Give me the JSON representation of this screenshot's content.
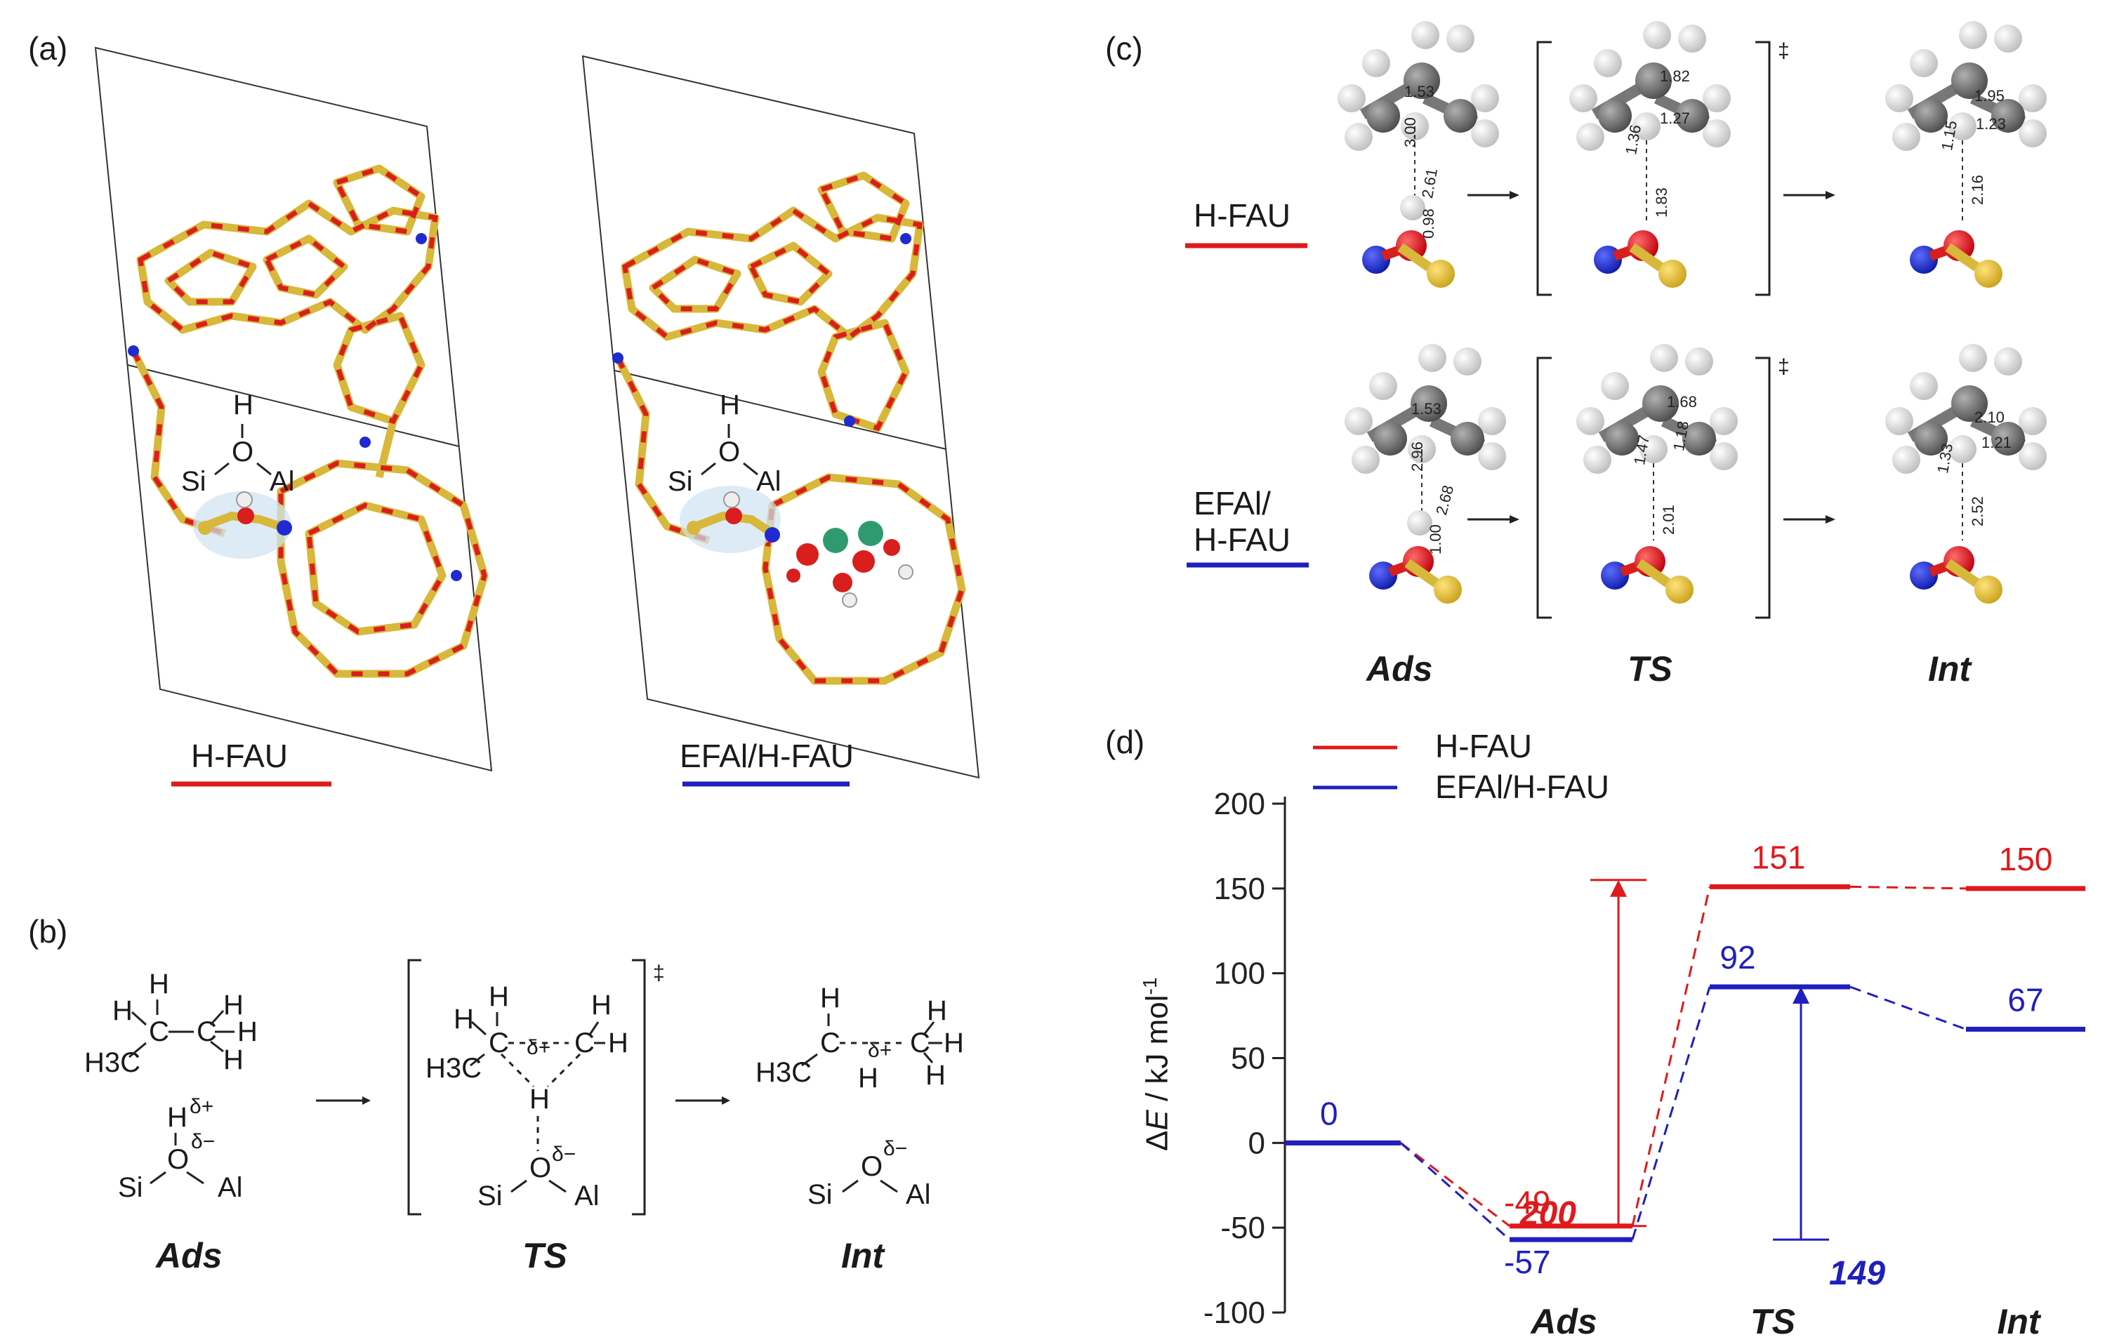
{
  "panels": {
    "a": {
      "label": "(a)",
      "left_caption": "H-FAU",
      "right_caption": "EFAl/H-FAU",
      "site": {
        "H": "H",
        "O": "O",
        "Si": "Si",
        "Al": "Al"
      }
    },
    "b": {
      "label": "(b)",
      "steps": [
        "Ads",
        "TS",
        "Int"
      ],
      "dagger": "‡",
      "ads": {
        "h1": "H",
        "h2": "H",
        "h3": "H",
        "h4": "H",
        "h5": "H",
        "c1": "C",
        "c2": "C",
        "h3c": "H3C",
        "hplus": "H",
        "delta_plus": "δ+",
        "delta_minus": "δ−",
        "o": "O",
        "si": "Si",
        "al": "Al"
      },
      "ts": {
        "h1": "H",
        "h2": "H",
        "h3": "H",
        "h4": "H",
        "c1": "C",
        "c2": "C",
        "h3c": "H3C",
        "delta_plus": "δ+",
        "hmid": "H",
        "o": "O",
        "delta_minus": "δ−",
        "si": "Si",
        "al": "Al"
      },
      "int": {
        "h1": "H",
        "h2": "H",
        "h3": "H",
        "h4": "H",
        "c1": "C",
        "c2": "C",
        "h3c": "H3C",
        "delta_plus": "δ+",
        "hmid": "H",
        "o": "O",
        "delta_minus": "δ−",
        "si": "Si",
        "al": "Al"
      }
    },
    "c": {
      "label": "(c)",
      "row1_label": "H-FAU",
      "row2_label_1": "EFAl/",
      "row2_label_2": "H-FAU",
      "dagger": "‡",
      "steps": [
        "Ads",
        "TS",
        "Int"
      ],
      "bonds": {
        "r1_ads": [
          "1.53",
          "3.00",
          "2.61",
          "0.98"
        ],
        "r1_ts": [
          "1.82",
          "1.36",
          "1.27",
          "1.83"
        ],
        "r1_int": [
          "1.95",
          "1.15",
          "1.23",
          "2.16"
        ],
        "r2_ads": [
          "1.53",
          "2.96",
          "2.68",
          "1.00"
        ],
        "r2_ts": [
          "1.68",
          "1.47",
          "1.18",
          "2.01"
        ],
        "r2_int": [
          "2.10",
          "1.33",
          "1.21",
          "2.52"
        ]
      }
    },
    "d": {
      "label": "(d)",
      "legend": [
        "H-FAU",
        "EFAl/H-FAU"
      ],
      "ylabel_delta": "Δ",
      "ylabel_E": "E",
      "ylabel_rest": " / kJ mol",
      "ylabel_sup": "-1",
      "barrier_red": "200",
      "barrier_blue": "149"
    }
  },
  "chart_data": {
    "type": "line",
    "title": "",
    "xlabel": "",
    "ylabel": "ΔE / kJ mol-1",
    "ylim": [
      -100,
      200
    ],
    "yticks": [
      -100,
      -50,
      0,
      50,
      100,
      150,
      200
    ],
    "categories": [
      "",
      "Ads",
      "TS",
      "Int"
    ],
    "series": [
      {
        "name": "H-FAU",
        "color": "#e0191b",
        "values": [
          0,
          -49,
          151,
          150
        ],
        "value_labels": [
          "",
          "-49",
          "151",
          "150"
        ]
      },
      {
        "name": "EFAl/H-FAU",
        "color": "#1f1fbf",
        "values": [
          0,
          -57,
          92,
          67
        ],
        "value_labels": [
          "0",
          "-57",
          "92",
          "67"
        ]
      }
    ],
    "annotations": [
      {
        "text": "200",
        "series": "H-FAU",
        "from": -49,
        "to": 151,
        "note_color": "#e0191b"
      },
      {
        "text": "149",
        "series": "EFAl/H-FAU",
        "from": -57,
        "to": 92,
        "note_color": "#1f1fbf"
      }
    ]
  }
}
